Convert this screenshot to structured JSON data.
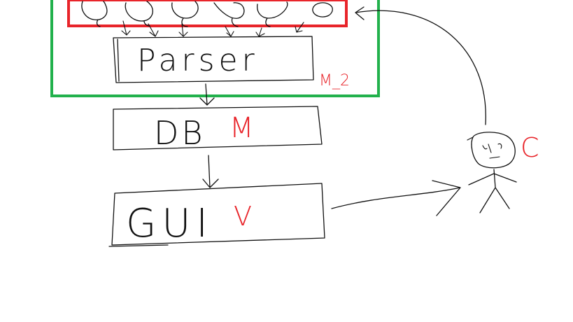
{
  "diagram": {
    "nodes": {
      "parser": {
        "label": "Parser"
      },
      "db": {
        "label": "DB"
      },
      "gui": {
        "label": "GUI"
      }
    },
    "annotations": {
      "parser_tag": "M_2",
      "db_tag": "M",
      "gui_tag": "V",
      "user_tag": "C"
    },
    "sources": {
      "count": 6
    },
    "colors": {
      "source_group_border": "#e8242a",
      "parser_group_border": "#22b14c",
      "annotation_text": "#e8242a",
      "ink": "#111111"
    }
  }
}
